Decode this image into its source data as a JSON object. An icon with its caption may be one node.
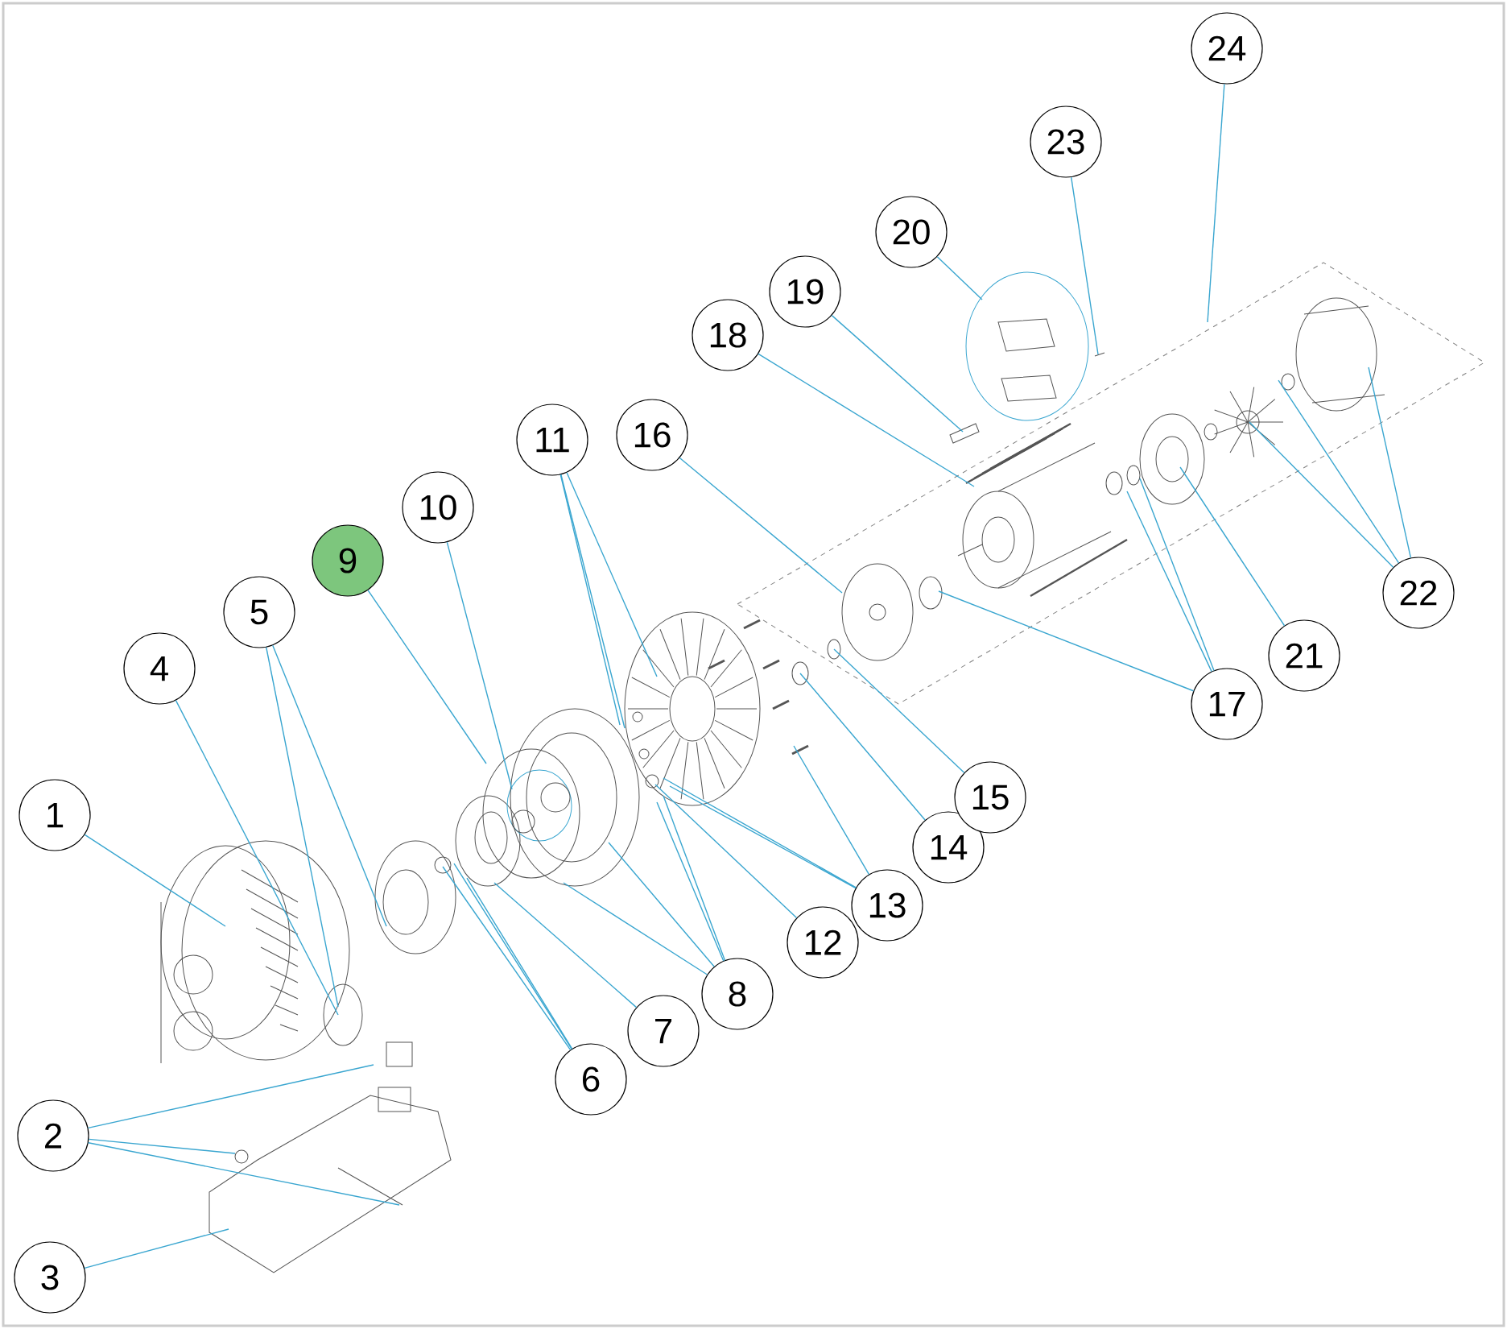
{
  "diagram": {
    "nodes": [
      {
        "text": [
          "1"
        ]
      },
      {
        "text": [
          "2"
        ]
      },
      {
        "text": [
          "3"
        ]
      },
      {
        "text": [
          "4"
        ]
      },
      {
        "text": [
          "5"
        ]
      },
      {
        "text": [
          "6"
        ]
      },
      {
        "text": [
          "7"
        ]
      },
      {
        "text": [
          "8"
        ]
      },
      {
        "text": [
          "9"
        ]
      },
      {
        "text": [
          "10"
        ]
      },
      {
        "text": [
          "11"
        ]
      },
      {
        "text": [
          "12"
        ]
      },
      {
        "text": [
          "13"
        ]
      },
      {
        "text": [
          "14"
        ]
      },
      {
        "text": [
          "15"
        ]
      },
      {
        "text": [
          "16"
        ]
      },
      {
        "text": [
          "17"
        ]
      },
      {
        "text": [
          "18"
        ]
      },
      {
        "text": [
          "19"
        ]
      },
      {
        "text": [
          "20"
        ]
      },
      {
        "text": [
          "21"
        ]
      },
      {
        "text": [
          "22"
        ]
      },
      {
        "text": [
          "23"
        ]
      },
      {
        "text": [
          "24"
        ]
      }
    ],
    "edges": [
      {
        "from": 0,
        "to": null,
        "arrow": "none"
      },
      {
        "from": 1,
        "to": null,
        "arrow": "none"
      },
      {
        "from": 1,
        "to": null,
        "arrow": "none"
      },
      {
        "from": 1,
        "to": null,
        "arrow": "none"
      },
      {
        "from": 2,
        "to": null,
        "arrow": "none"
      },
      {
        "from": 3,
        "to": null,
        "arrow": "none"
      },
      {
        "from": 4,
        "to": null,
        "arrow": "none"
      },
      {
        "from": 4,
        "to": null,
        "arrow": "none"
      },
      {
        "from": 5,
        "to": null,
        "arrow": "none"
      },
      {
        "from": 5,
        "to": null,
        "arrow": "none"
      },
      {
        "from": 5,
        "to": null,
        "arrow": "none"
      },
      {
        "from": 6,
        "to": null,
        "arrow": "none"
      },
      {
        "from": 7,
        "to": null,
        "arrow": "none"
      },
      {
        "from": 7,
        "to": null,
        "arrow": "none"
      },
      {
        "from": 7,
        "to": null,
        "arrow": "none"
      },
      {
        "from": 7,
        "to": null,
        "arrow": "none"
      },
      {
        "from": 8,
        "to": null,
        "arrow": "none"
      },
      {
        "from": 9,
        "to": null,
        "arrow": "none"
      },
      {
        "from": 10,
        "to": null,
        "arrow": "none"
      },
      {
        "from": 10,
        "to": null,
        "arrow": "none"
      },
      {
        "from": 10,
        "to": null,
        "arrow": "none"
      },
      {
        "from": 11,
        "to": null,
        "arrow": "none"
      },
      {
        "from": 12,
        "to": null,
        "arrow": "none"
      },
      {
        "from": 12,
        "to": null,
        "arrow": "none"
      },
      {
        "from": 12,
        "to": null,
        "arrow": "none"
      },
      {
        "from": 13,
        "to": null,
        "arrow": "none"
      },
      {
        "from": 14,
        "to": null,
        "arrow": "none"
      },
      {
        "from": 15,
        "to": null,
        "arrow": "none"
      },
      {
        "from": 16,
        "to": null,
        "arrow": "none"
      },
      {
        "from": 16,
        "to": null,
        "arrow": "none"
      },
      {
        "from": 16,
        "to": null,
        "arrow": "none"
      },
      {
        "from": 17,
        "to": null,
        "arrow": "none"
      },
      {
        "from": 18,
        "to": null,
        "arrow": "none"
      },
      {
        "from": 19,
        "to": null,
        "arrow": "none"
      },
      {
        "from": 20,
        "to": null,
        "arrow": "none"
      },
      {
        "from": 21,
        "to": null,
        "arrow": "none"
      },
      {
        "from": 21,
        "to": null,
        "arrow": "none"
      },
      {
        "from": 21,
        "to": null,
        "arrow": "none"
      },
      {
        "from": 22,
        "to": null,
        "arrow": "none"
      },
      {
        "from": 23,
        "to": null,
        "arrow": "none"
      }
    ]
  }
}
